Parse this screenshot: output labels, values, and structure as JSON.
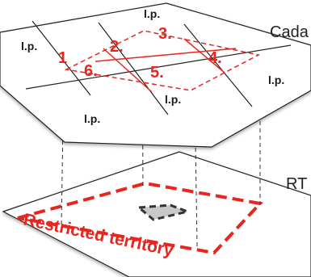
{
  "top_layer": {
    "name": "Cada",
    "parcel_labels": [
      "l.p.",
      "l.p.",
      "l.p.",
      "l.p.",
      "l.p."
    ],
    "zone_numbers": [
      "1",
      "2.",
      "3.",
      "4.",
      "5.",
      "6."
    ]
  },
  "bottom_layer": {
    "name": "RT",
    "territory_label": "Restricted territory"
  },
  "colors": {
    "accent": "#e8251f",
    "line": "#222222",
    "fill": "#ffffff",
    "core_fill": "#c8c8c8"
  }
}
